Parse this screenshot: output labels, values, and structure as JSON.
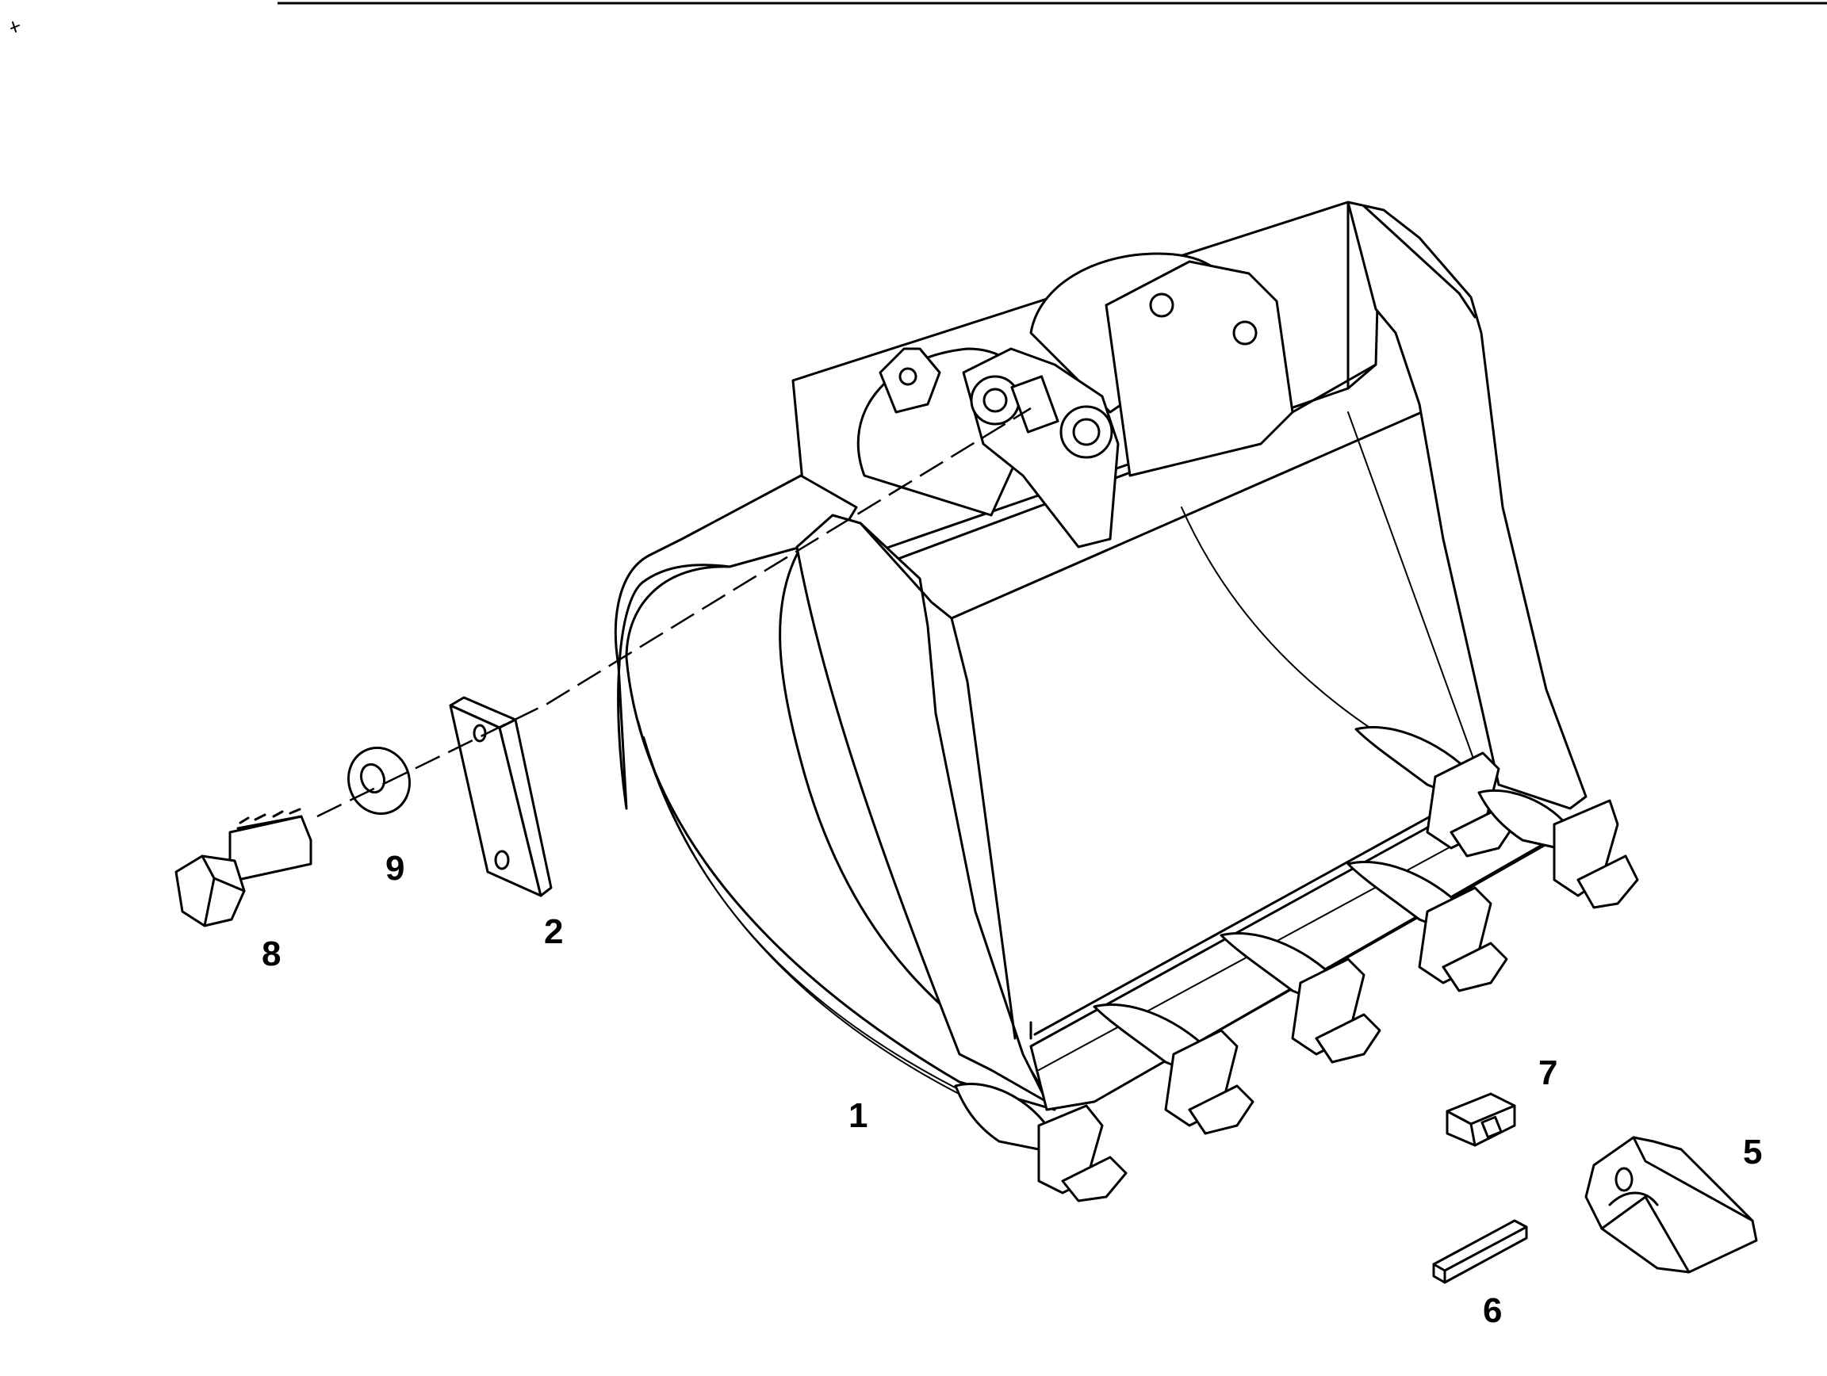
{
  "parts": [
    {
      "ref": "1",
      "label": "1"
    },
    {
      "ref": "2",
      "label": "2"
    },
    {
      "ref": "5",
      "label": "5"
    },
    {
      "ref": "6",
      "label": "6"
    },
    {
      "ref": "7",
      "label": "7"
    },
    {
      "ref": "8",
      "label": "8"
    },
    {
      "ref": "9",
      "label": "9"
    }
  ]
}
